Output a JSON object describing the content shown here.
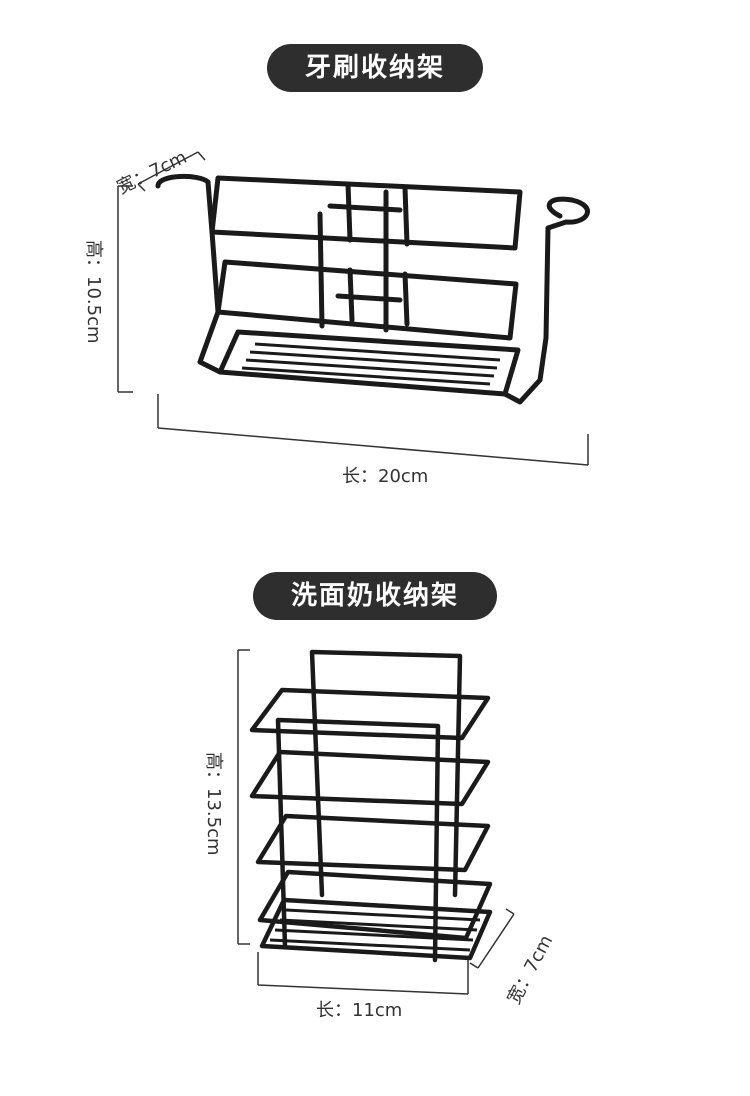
{
  "section1": {
    "title": "牙刷收纳架",
    "width_label": "宽：7cm",
    "height_label": "高：10.5cm",
    "length_label": "长：20cm"
  },
  "section2": {
    "title": "洗面奶收纳架",
    "height_label": "高：13.5cm",
    "width_label": "宽：7cm",
    "length_label": "长：11cm"
  },
  "colors": {
    "pill_bg": "#2e2e2e",
    "wire": "#1a1a1a",
    "dim_line": "#333333"
  }
}
